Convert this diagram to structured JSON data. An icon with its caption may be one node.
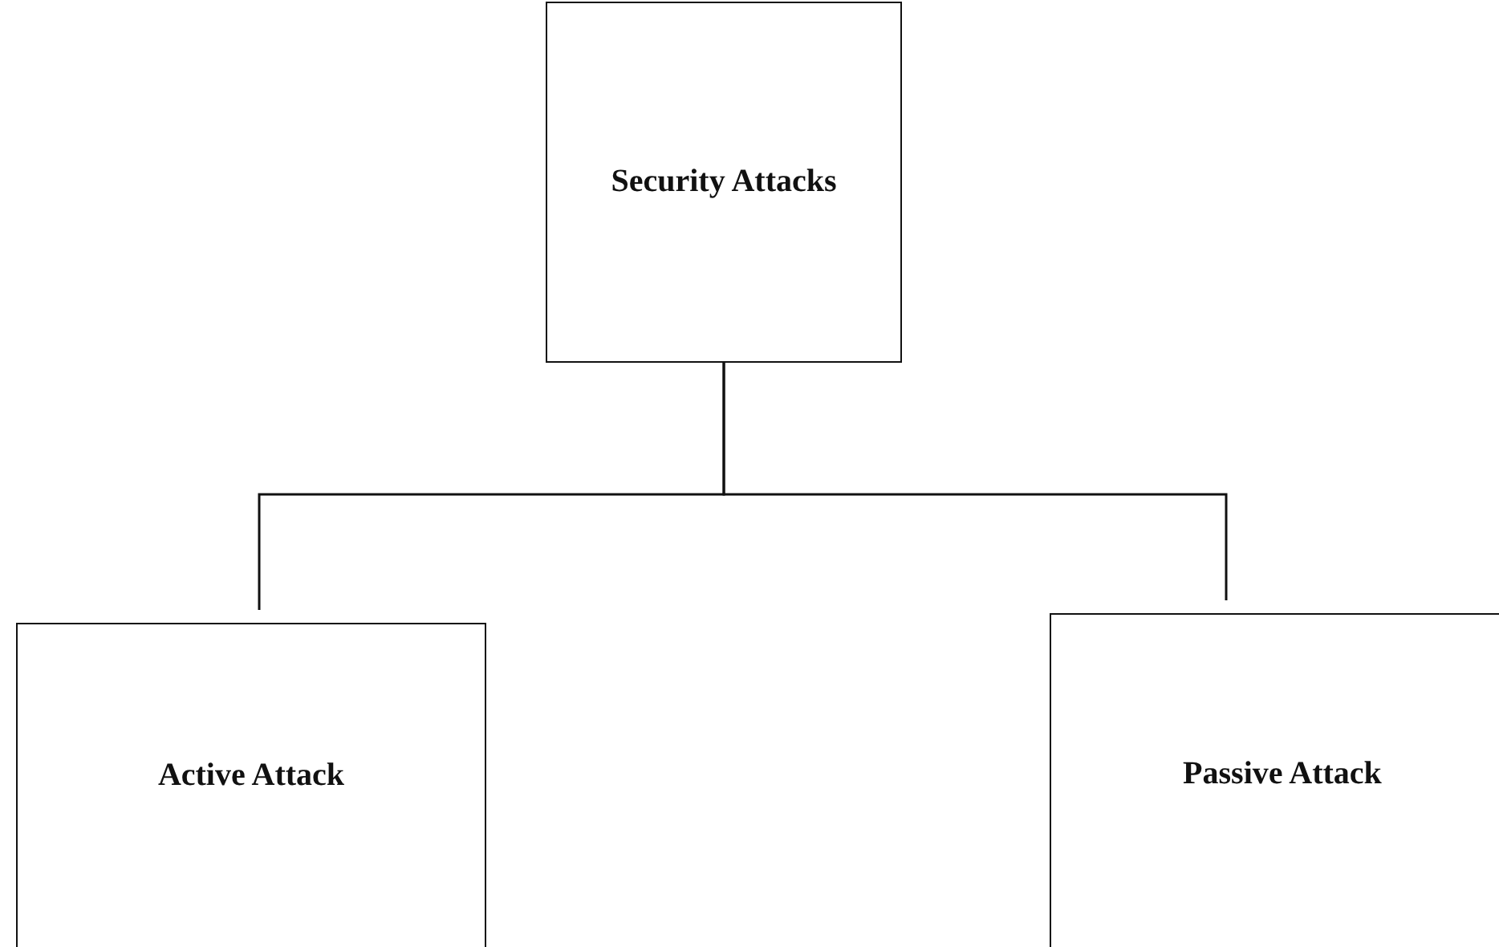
{
  "diagram": {
    "nodes": [
      {
        "text": [
          "Security Attacks"
        ]
      },
      {
        "text": [
          "Active Attack"
        ]
      },
      {
        "text": [
          "Passive Attack"
        ]
      }
    ],
    "edges": [
      {
        "from": 0,
        "to": 1,
        "arrow": "none"
      },
      {
        "from": 0,
        "to": 2,
        "arrow": "none"
      }
    ]
  }
}
